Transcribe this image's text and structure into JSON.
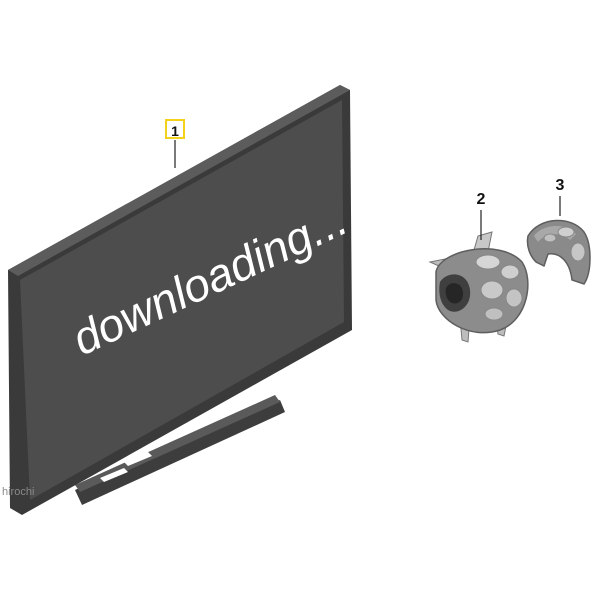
{
  "callouts": {
    "part_1": "1",
    "part_2": "2",
    "part_3": "3"
  },
  "screen": {
    "text": "downloading..."
  },
  "watermark": "hirochi",
  "colors": {
    "highlight_border": "#f4d21b",
    "screen": "#4d4d4d",
    "frame": "#3a3a3a",
    "part": "#8c8c8c"
  }
}
